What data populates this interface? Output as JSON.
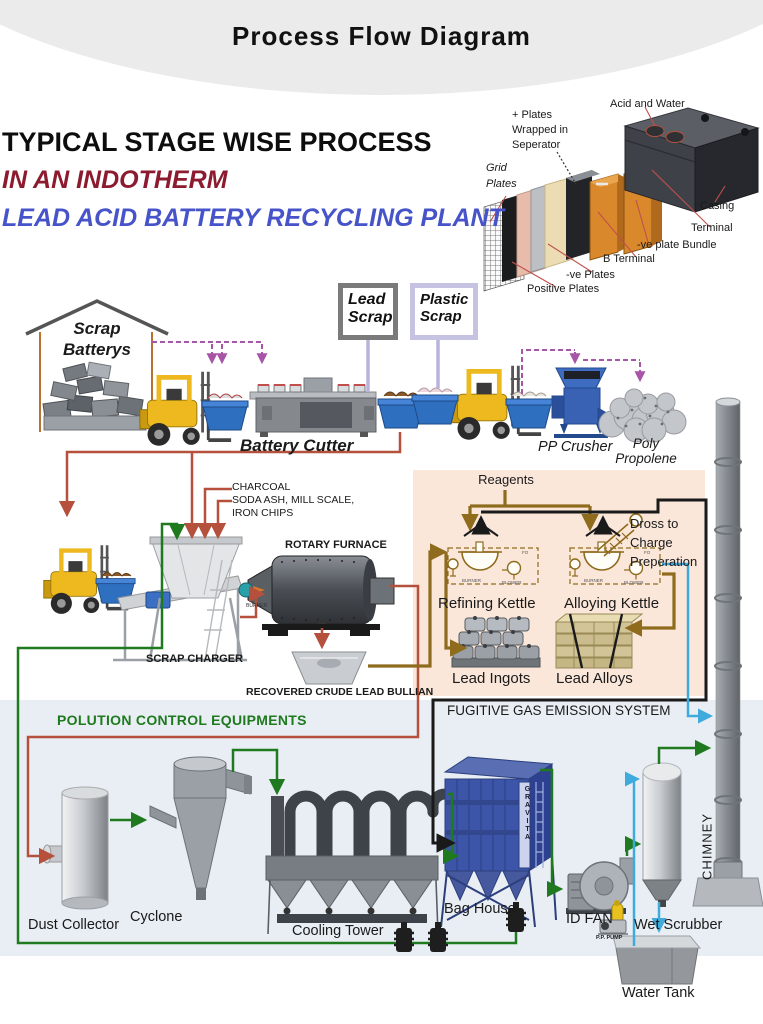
{
  "header": {
    "title": "Process Flow Diagram"
  },
  "titles": {
    "line1": "TYPICAL STAGE WISE PROCESS",
    "line2": "IN AN INDOTHERM",
    "line3": "LEAD ACID BATTERY RECYCLING PLANT"
  },
  "battery": {
    "acid_and_water": "Acid and Water",
    "plus_plates": [
      "+ Plates",
      "Wrapped in",
      "Seperator"
    ],
    "grid_plates": [
      "Grid",
      "Plates"
    ],
    "casing": "Casing",
    "terminal": "Terminal",
    "ve_plate_bundle": "-ve plate Bundle",
    "b_terminal": "B Terminal",
    "ve_plates": "-ve Plates",
    "positive_plates": "Positive Plates"
  },
  "intake": {
    "scrap_batterys": [
      "Scrap",
      "Batterys"
    ],
    "lead_scrap": [
      "Lead",
      "Scrap"
    ],
    "plastic_scrap": [
      "Plastic",
      "Scrap"
    ],
    "battery_cutter": "Battery Cutter",
    "pp_crusher": "PP Crusher",
    "poly_propolene": [
      "Poly",
      "Propolene"
    ]
  },
  "smelting": {
    "additives": [
      "CHARCOAL",
      "SODA ASH, MILL SCALE,",
      "IRON CHIPS"
    ],
    "rotary_furnace": "ROTARY FURNACE",
    "burner": "BURNER",
    "scrap_charger": "SCRAP CHARGER",
    "recovered_bullion": "RECOVERED CRUDE LEAD BULLIAN"
  },
  "refinery": {
    "reagents": "Reagents",
    "dross": [
      "Dross to",
      "Charge",
      "Preperation"
    ],
    "refining_kettle": "Refining Kettle",
    "alloying_kettle": "Alloying Kettle",
    "lead_ingots": "Lead Ingots",
    "lead_alloys": "Lead Alloys",
    "kettle_burner": "BURNER",
    "kettle_blower": "BLOWER",
    "kettle_fo": "FO"
  },
  "pollution": {
    "section_title": "POLUTION CONTROL EQUIPMENTS",
    "fugitive": "FUGITIVE GAS EMISSION SYSTEM",
    "dust_collector": "Dust Collector",
    "cyclone": "Cyclone",
    "cooling_tower": "Cooling Tower",
    "bag_house": "Bag House",
    "bag_house_brand": "GRAVITA",
    "id_fan": "ID FAN",
    "pp_pump": "P.P. PUMP",
    "wet_scrubber": "Wet Scrubber",
    "water_tank": "Water Tank",
    "chimney": "CHIMNEY"
  },
  "colors": {
    "title_maroon": "#8C1B2F",
    "title_blue": "#4653C9",
    "flow_red": "#B5503C",
    "flow_green": "#1F7A1F",
    "flow_olive": "#8F6B1D",
    "flow_blue": "#3FAADC",
    "flow_purple": "#A855A8",
    "flow_black": "#1A1A1A",
    "refinery_bg": "#FBE7DA",
    "pollution_bg": "#E8EEF4"
  }
}
